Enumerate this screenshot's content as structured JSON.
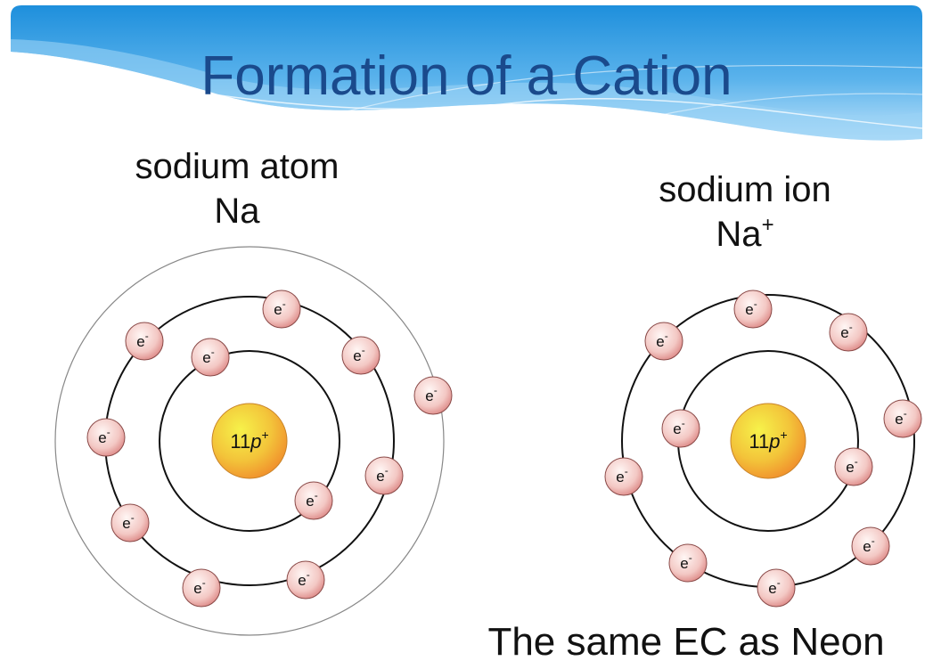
{
  "slide": {
    "title": "Formation of a Cation",
    "atom": {
      "name": "sodium atom",
      "symbol": "Na",
      "nucleus": {
        "count": "11",
        "particle": "p",
        "charge": "+"
      },
      "electron_label": "e",
      "electron_charge": "-",
      "shells": [
        2,
        8,
        1
      ]
    },
    "ion": {
      "name": "sodium ion",
      "symbol": "Na",
      "charge": "+",
      "nucleus": {
        "count": "11",
        "particle": "p",
        "charge": "+"
      },
      "electron_label": "e",
      "electron_charge": "-",
      "shells": [
        2,
        8
      ]
    },
    "note": "The same EC as Neon",
    "colors": {
      "title": "#1a4a8c",
      "banner_top": "#1e8fdc",
      "banner_light": "#bfe3fa",
      "nucleus_center": "#f6f24a",
      "nucleus_edge": "#f0862a",
      "electron_center": "#fff6f4",
      "electron_edge": "#d87a78"
    }
  }
}
